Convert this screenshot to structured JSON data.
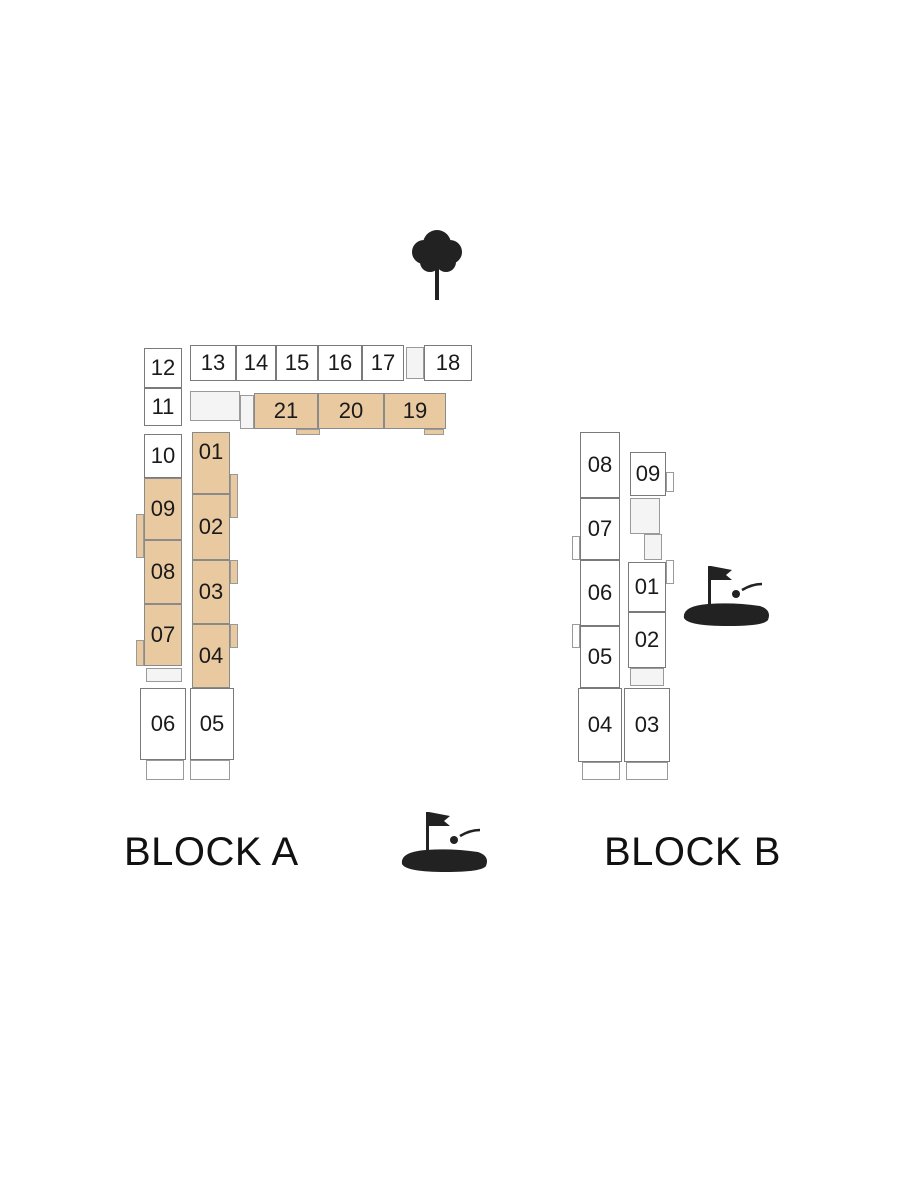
{
  "colors": {
    "highlight": "#e9c9a0",
    "outline": "#7a7a7a",
    "icon": "#222222"
  },
  "icons": {
    "tree": "tree-icon",
    "golf": "golf-flag-icon"
  },
  "blocks": {
    "a": {
      "label": "BLOCK A",
      "units": {
        "u01": "01",
        "u02": "02",
        "u03": "03",
        "u04": "04",
        "u05": "05",
        "u06": "06",
        "u07": "07",
        "u08": "08",
        "u09": "09",
        "u10": "10",
        "u11": "11",
        "u12": "12",
        "u13": "13",
        "u14": "14",
        "u15": "15",
        "u16": "16",
        "u17": "17",
        "u18": "18",
        "u19": "19",
        "u20": "20",
        "u21": "21"
      },
      "highlighted": [
        "01",
        "02",
        "03",
        "04",
        "07",
        "08",
        "09",
        "19",
        "20",
        "21"
      ]
    },
    "b": {
      "label": "BLOCK B",
      "units": {
        "u01": "01",
        "u02": "02",
        "u03": "03",
        "u04": "04",
        "u05": "05",
        "u06": "06",
        "u07": "07",
        "u08": "08",
        "u09": "09"
      },
      "highlighted": []
    }
  }
}
